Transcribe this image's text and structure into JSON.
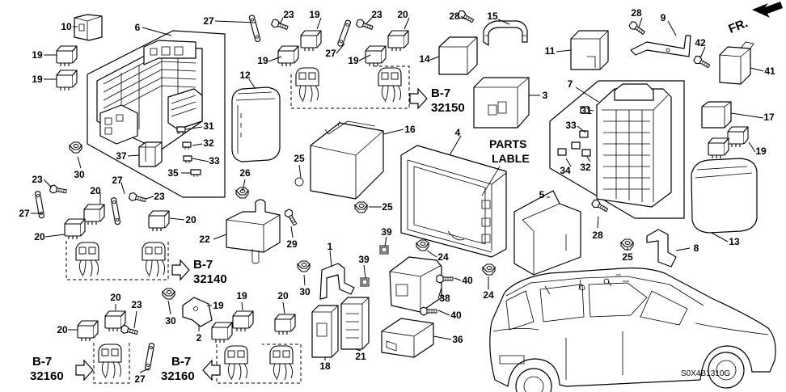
{
  "diagram": {
    "direction_marker": "FR.",
    "parts_label": [
      "PARTS",
      "LABLE"
    ],
    "drawing_code": "S0X4B1310G",
    "refs": [
      {
        "section": "B-7",
        "code": "32150"
      },
      {
        "section": "B-7",
        "code": "32140"
      },
      {
        "section": "B-7",
        "code": "32160"
      },
      {
        "section": "B-7",
        "code": "32160"
      }
    ]
  },
  "callouts": [
    "10",
    "6",
    "19",
    "19",
    "27",
    "23",
    "19",
    "23",
    "20",
    "28",
    "15",
    "28",
    "9",
    "19",
    "27",
    "19",
    "14",
    "11",
    "42",
    "41",
    "12",
    "3",
    "7",
    "31",
    "31",
    "33",
    "17",
    "16",
    "4",
    "32",
    "19",
    "37",
    "30",
    "35",
    "33",
    "25",
    "34",
    "32",
    "23",
    "27",
    "20",
    "23",
    "26",
    "5",
    "27",
    "20",
    "25",
    "20",
    "22",
    "29",
    "28",
    "8",
    "13",
    "39",
    "1",
    "24",
    "39",
    "25",
    "30",
    "40",
    "24",
    "38",
    "20",
    "19",
    "20",
    "23",
    "19",
    "30",
    "40",
    "20",
    "2",
    "36",
    "18",
    "21",
    "27"
  ]
}
